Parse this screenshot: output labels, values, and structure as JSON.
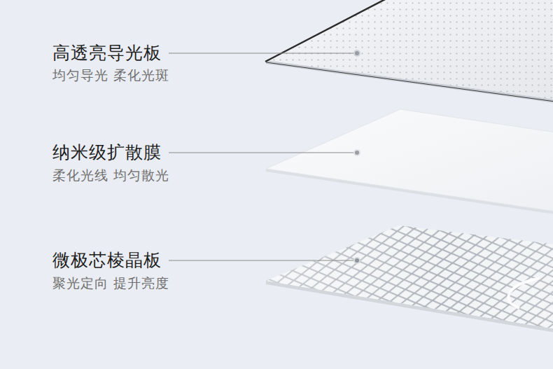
{
  "diagram": {
    "labels": [
      "高透亮导光板",
      "均匀导光 柔化光斑",
      "纳米级扩散膜",
      "柔化光线 均匀散光",
      "微极芯棱晶板",
      "聚光定向 提升亮度"
    ]
  }
}
